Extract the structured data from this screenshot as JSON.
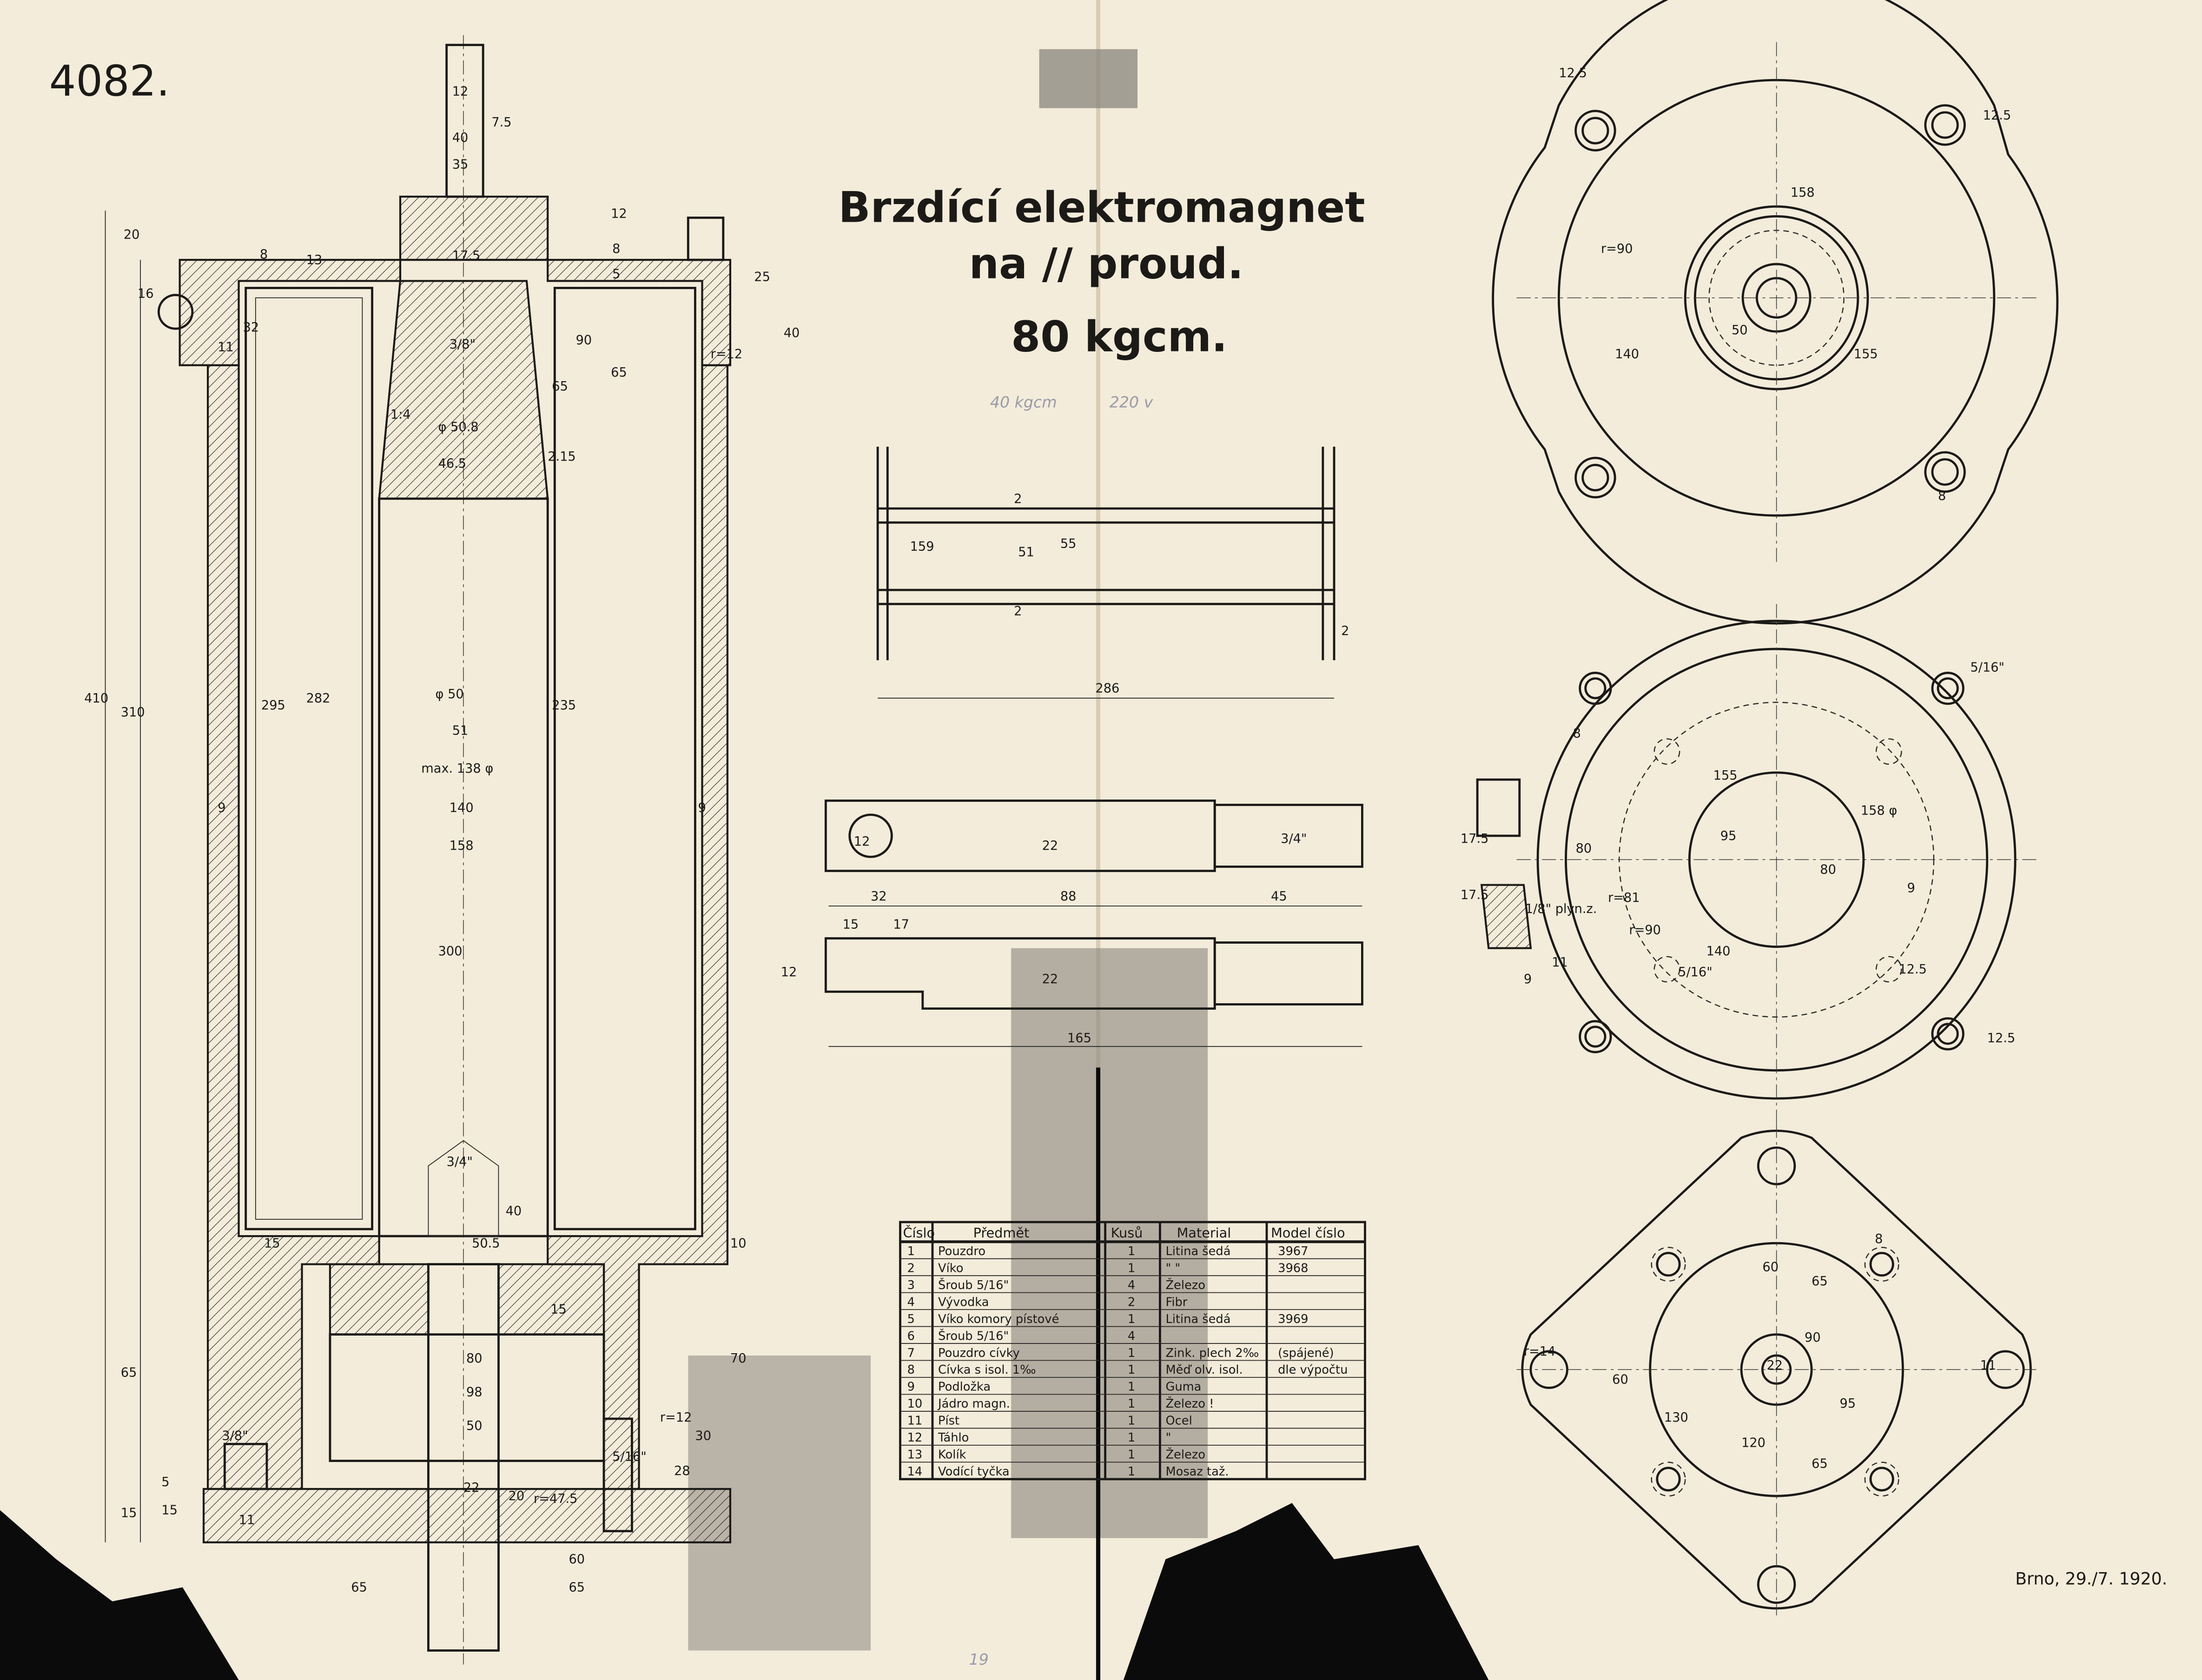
{
  "drawing": {
    "number": "4082.",
    "title_line1": "Brzdící elektromagnet",
    "title_line2": "na // proud.",
    "title_line3": "80 kgcm.",
    "pencil_note_left": "40 kgcm",
    "pencil_note_right": "220 v",
    "date": "Brno, 29./7. 1920.",
    "sheet_mark": "19"
  },
  "section_dims": [
    "12",
    "40",
    "35",
    "7.5",
    "20",
    "12",
    "8",
    "13",
    "17.5",
    "8",
    "5",
    "16",
    "32",
    "11",
    "25",
    "40",
    "90",
    "65",
    "65",
    "3/8\"",
    "1:4",
    "φ 50.8",
    "46.5",
    "2.15",
    "410",
    "310",
    "295",
    "282",
    "φ 50",
    "51",
    "max. 138 φ",
    "140",
    "158",
    "235",
    "300",
    "9",
    "9",
    "3/4\"",
    "40",
    "50.5",
    "15",
    "15",
    "10",
    "80",
    "98",
    "50",
    "20",
    "22",
    "60",
    "65",
    "65",
    "70",
    "30",
    "28",
    "15",
    "5",
    "3/8\"",
    "11",
    "r=12",
    "r=47.5",
    "r=12",
    "5/16\"",
    "65",
    "15"
  ],
  "spool_dims": [
    "159",
    "51",
    "55",
    "2",
    "2",
    "2",
    "286"
  ],
  "pin_dims": [
    "12",
    "22",
    "3/4\"",
    "32",
    "88",
    "45",
    "15",
    "17",
    "12",
    "22",
    "165"
  ],
  "top_view_dims": [
    "12.5",
    "12.5",
    "158",
    "r=90",
    "140",
    "50",
    "155",
    "8"
  ],
  "mid_view_dims": [
    "5/16\"",
    "8",
    "155",
    "158 φ",
    "95",
    "80",
    "80",
    "17.5",
    "17.5",
    "r=81",
    "r=90",
    "140",
    "9",
    "11",
    "9",
    "12.5",
    "12.5",
    "5/16\"",
    "1/8\" plyn.z."
  ],
  "bottom_view_dims": [
    "8",
    "60",
    "65",
    "90",
    "r=14",
    "22",
    "60",
    "130",
    "95",
    "120",
    "65",
    "11"
  ],
  "parts_table": {
    "headers": [
      "Číslo",
      "Předmět",
      "Kusů",
      "Material",
      "Model číslo"
    ],
    "rows": [
      [
        "1",
        "Pouzdro",
        "1",
        "Litina šedá",
        "3967"
      ],
      [
        "2",
        "Víko",
        "1",
        "\"   \"",
        "3968"
      ],
      [
        "3",
        "Šroub 5/16\"",
        "4",
        "Železo",
        ""
      ],
      [
        "4",
        "Vývodka",
        "2",
        "Fibr",
        ""
      ],
      [
        "5",
        "Víko komory pístové",
        "1",
        "Litina šedá",
        "3969"
      ],
      [
        "6",
        "Šroub 5/16\"",
        "4",
        "",
        ""
      ],
      [
        "7",
        "Pouzdro cívky",
        "1",
        "Zink. plech 2‰",
        "(spájené)"
      ],
      [
        "8",
        "Cívka s isol. 1‰",
        "1",
        "Měď olv. isol.",
        "dle výpočtu"
      ],
      [
        "9",
        "Podložka",
        "1",
        "Guma",
        ""
      ],
      [
        "10",
        "Jádro magn.",
        "1",
        "Železo !",
        ""
      ],
      [
        "11",
        "Píst",
        "1",
        "Ocel",
        ""
      ],
      [
        "12",
        "Táhlo",
        "1",
        "\"",
        ""
      ],
      [
        "13",
        "Kolík",
        "1",
        "Železo",
        ""
      ],
      [
        "14",
        "Vodící tyčka",
        "1",
        "Mosaz taž.",
        ""
      ]
    ]
  },
  "colors": {
    "paper": "#f3ecdb",
    "ink": "#1c1a17",
    "tape": "#8a857c",
    "pencil": "#9a9aa6"
  }
}
